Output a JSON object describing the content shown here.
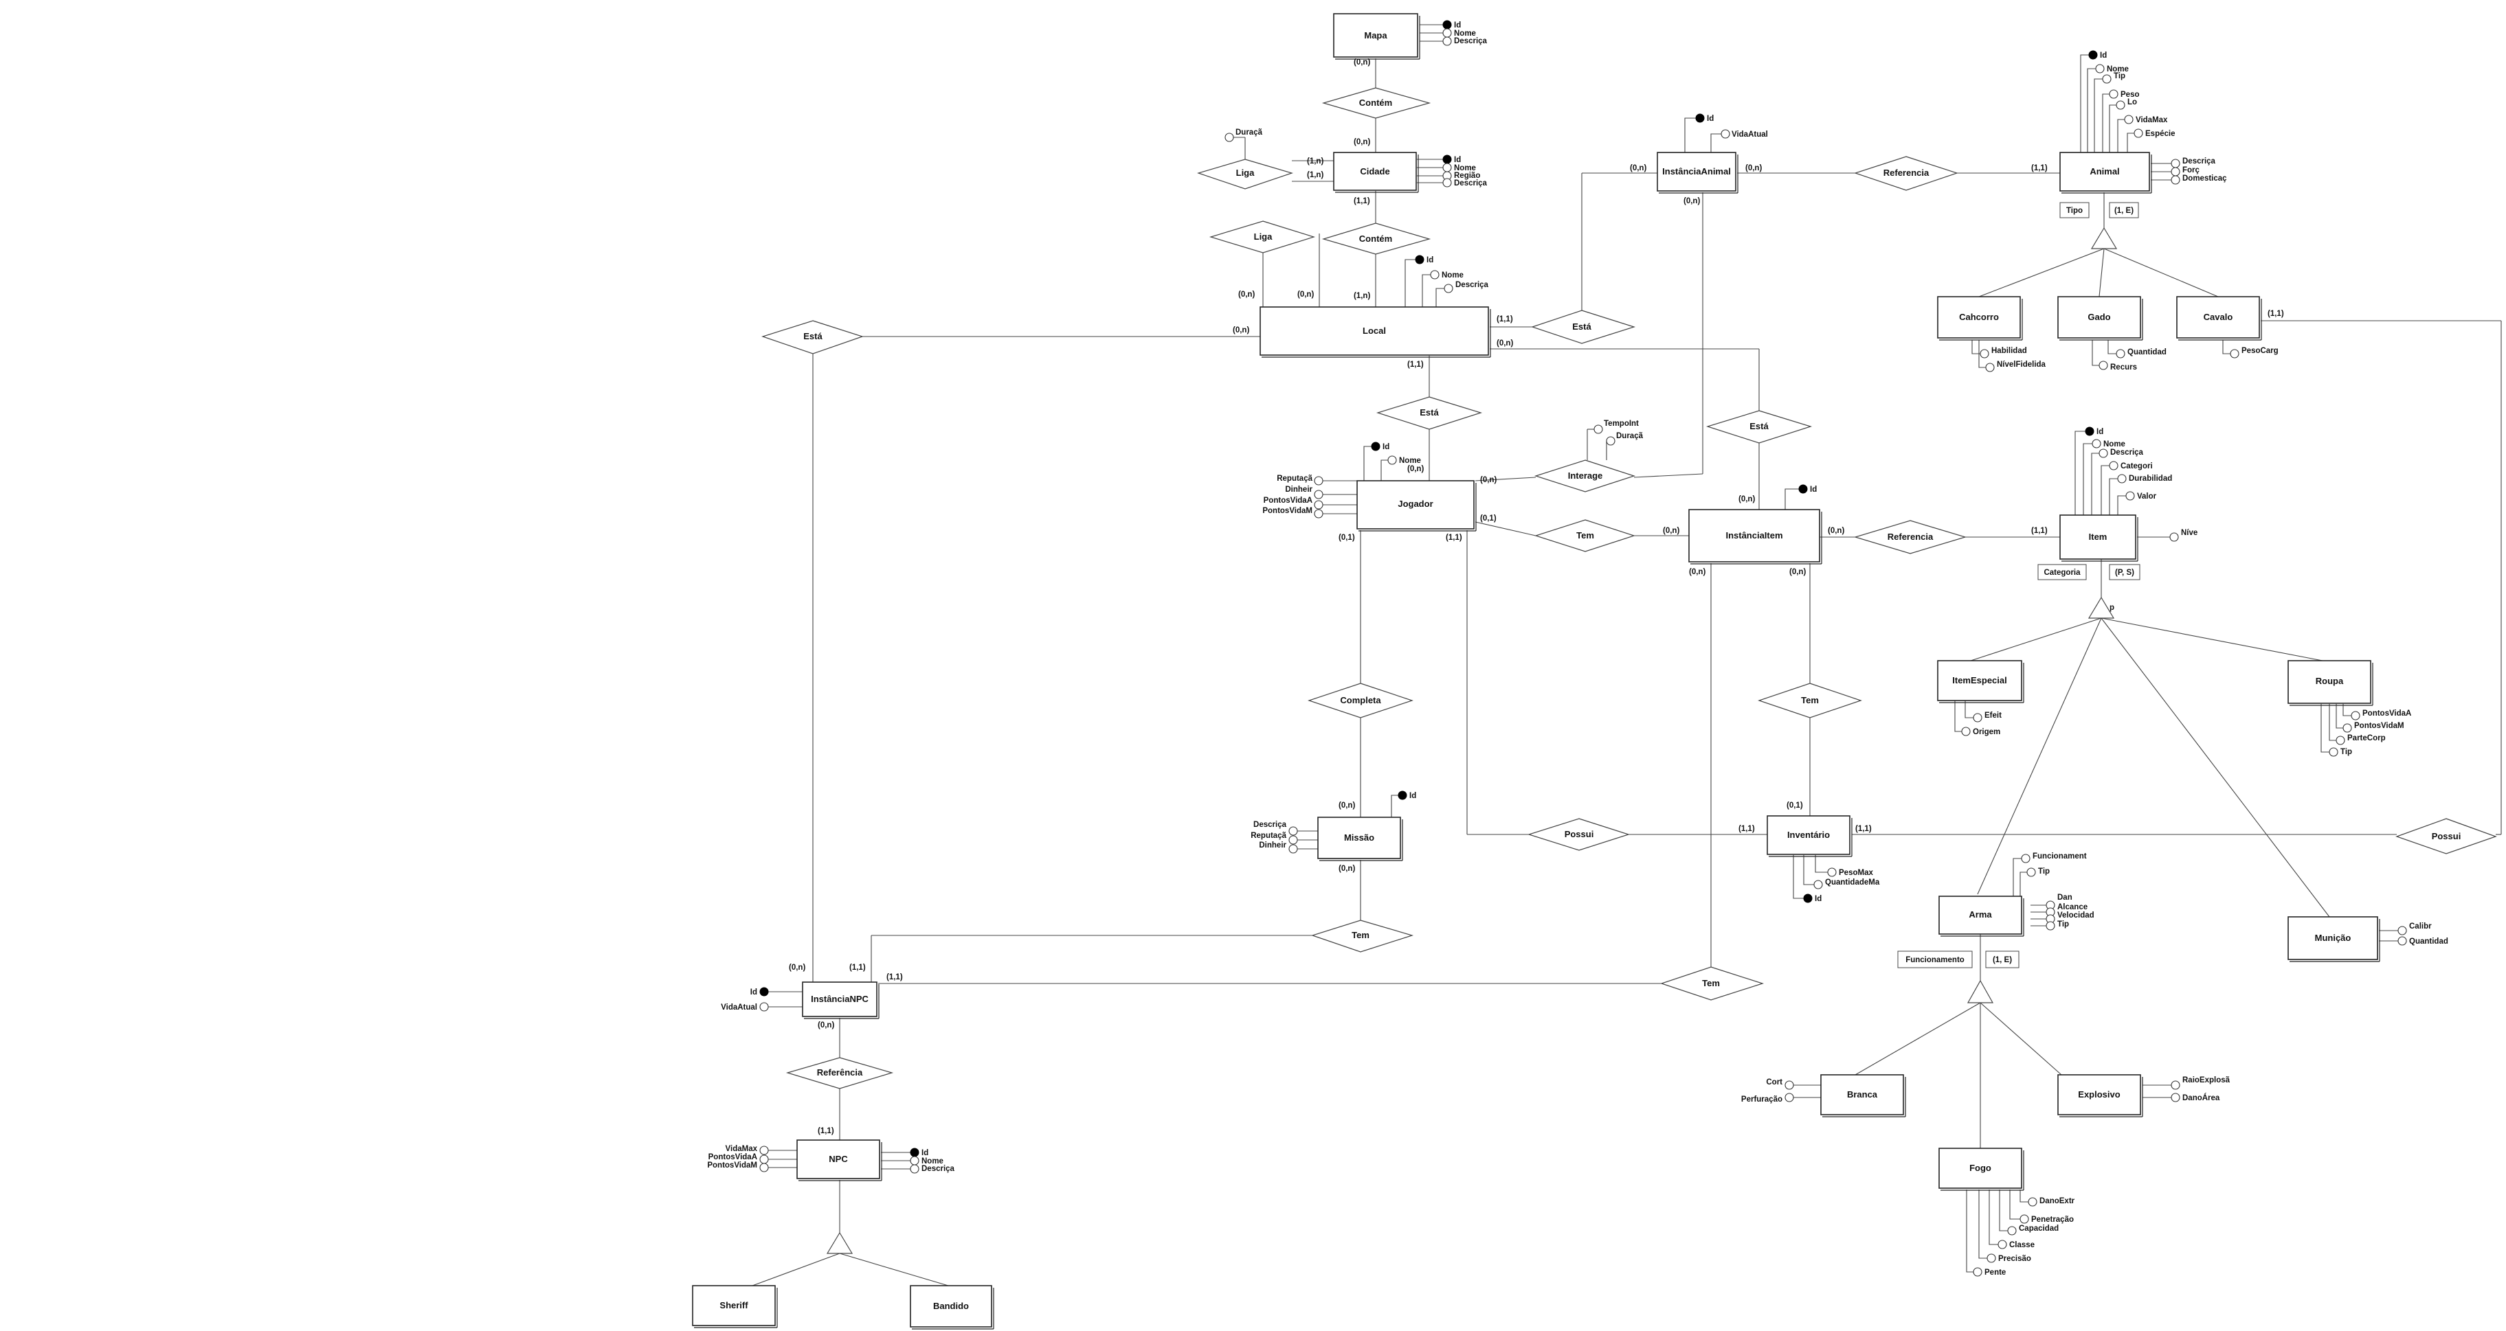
{
  "entities": {
    "mapa": "Mapa",
    "cidade": "Cidade",
    "local": "Local",
    "jogador": "Jogador",
    "missao": "Missão",
    "instancia_npc": "InstânciaNPC",
    "npc": "NPC",
    "sheriff": "Sheriff",
    "bandido": "Bandido",
    "instancia_animal": "InstânciaAnimal",
    "animal": "Animal",
    "cachorro": "Cahcorro",
    "gado": "Gado",
    "cavalo": "Cavalo",
    "instancia_item": "InstânciaItem",
    "item": "Item",
    "item_especial": "ItemEspecial",
    "roupa": "Roupa",
    "inventario": "Inventário",
    "arma": "Arma",
    "municao": "Munição",
    "branca": "Branca",
    "fogo": "Fogo",
    "explosivo": "Explosivo"
  },
  "relationships": {
    "contem_1": "Contém",
    "liga_1": "Liga",
    "contem_2": "Contém",
    "liga_2": "Liga",
    "esta_npc": "Está",
    "esta_animal": "Está",
    "esta_jogador": "Está",
    "esta_item": "Está",
    "interage": "Interage",
    "tem_item": "Tem",
    "referencia_animal": "Referencia",
    "referencia_item": "Referencia",
    "completa": "Completa",
    "tem_inventario": "Tem",
    "possui_jogador": "Possui",
    "possui_cavalo": "Possui",
    "tem_missao": "Tem",
    "tem_npc_item": "Tem",
    "referencia_npc": "Referência"
  },
  "attributes": {
    "mapa": [
      "Id",
      "Nome",
      "Descriça"
    ],
    "liga": "Duraçã",
    "cidade": [
      "Id",
      "Nome",
      "Região",
      "Descriça"
    ],
    "local": [
      "Id",
      "Nome",
      "Descriça"
    ],
    "jogador_left": [
      "Reputaçã",
      "Dinheir",
      "PontosVidaA",
      "PontosVidaM"
    ],
    "jogador_right": [
      "Id",
      "Nome"
    ],
    "interage": [
      "TempoInt",
      "Duraçã"
    ],
    "instancia_animal": [
      "Id",
      "VidaAtual"
    ],
    "animal": [
      "Id",
      "Nome",
      "Tip",
      "Peso",
      "Lo",
      "VidaMax",
      "Espécie",
      "Descriça",
      "Forç",
      "Domesticaç"
    ],
    "cachorro": [
      "Habilidad",
      "NívelFidelida"
    ],
    "gado": [
      "Quantidad",
      "Recurs"
    ],
    "cavalo": [
      "PesoCarg"
    ],
    "instancia_item": [
      "Id"
    ],
    "item": [
      "Id",
      "Nome",
      "Descriça",
      "Categori",
      "Durabilidad",
      "Valor",
      "Níve"
    ],
    "item_especial": [
      "Efeit",
      "Origem"
    ],
    "roupa": [
      "PontosVidaA",
      "PontosVidaM",
      "ParteCorp",
      "Tip"
    ],
    "inventario": [
      "PesoMax",
      "QuantidadeMa",
      "Id"
    ],
    "missao_left": [
      "Descriça",
      "Reputaçã",
      "Dinheir"
    ],
    "missao_right": [
      "Id"
    ],
    "arma": [
      "Funcionament",
      "Tip",
      "Dan",
      "Alcance",
      "Velocidad",
      "Tip"
    ],
    "municao": [
      "Calibr",
      "Quantidad"
    ],
    "branca": [
      "Cort",
      "Perfuração"
    ],
    "explosivo": [
      "RaioExplosã",
      "DanoÁrea"
    ],
    "fogo": [
      "DanoExtr",
      "Penetração",
      "Capacidad",
      "Classe",
      "Precisão",
      "Pente"
    ],
    "instancia_npc": [
      "Id",
      "VidaAtual"
    ],
    "npc_left": [
      "VidaMax",
      "PontosVidaA",
      "PontosVidaM"
    ],
    "npc_right": [
      "Id",
      "Nome",
      "Descriça"
    ]
  },
  "specializations": {
    "animal_disc": "Tipo",
    "animal_cons": "(1, E)",
    "item_disc": "Categoria",
    "item_cons": "(P, S)",
    "item_letter": "p",
    "arma_disc": "Funcionamento",
    "arma_cons": "(1, E)"
  },
  "cardinalities": {
    "mapa_contem": "(0,n)",
    "contem_cidade": "(0,n)",
    "liga_cidade_a": "(1,n)",
    "liga_cidade_b": "(1,n)",
    "cidade_contem": "(1,1)",
    "contem_local": "(1,n)",
    "liga2_a": "(0,n)",
    "liga2_b": "(0,n)",
    "local_esta_npc": "(0,n)",
    "local_esta_animal": "(1,1)",
    "local_esta_item": "(0,n)",
    "local_esta_jogador": "(1,1)",
    "jogador_esta": "(0,n)",
    "jogador_interage": "(0,n)",
    "jogador_tem": "(0,1)",
    "jogador_completa": "(0,1)",
    "jogador_possui": "(1,1)",
    "animal_inst_esta": "(0,n)",
    "animal_inst_ref": "(0,n)",
    "animal_inst_int": "(0,n)",
    "ref_animal": "(1,1)",
    "cavalo_possui": "(1,1)",
    "inst_item_esta": "(0,n)",
    "inst_item_tem": "(0,n)",
    "inst_item_ref": "(0,n)",
    "inst_item_inv": "(0,n)",
    "inst_item_npc": "(0,n)",
    "ref_item": "(1,1)",
    "inv_tem": "(0,1)",
    "inv_possui_j": "(1,1)",
    "inv_possui_c": "(1,1)",
    "missao_completa": "(0,n)",
    "missao_tem": "(0,n)",
    "npcinst_esta": "(0,n)",
    "npcinst_missao": "(1,1)",
    "npcinst_tem": "(1,1)",
    "npcinst_ref": "(0,n)",
    "ref_npc": "(1,1)"
  }
}
